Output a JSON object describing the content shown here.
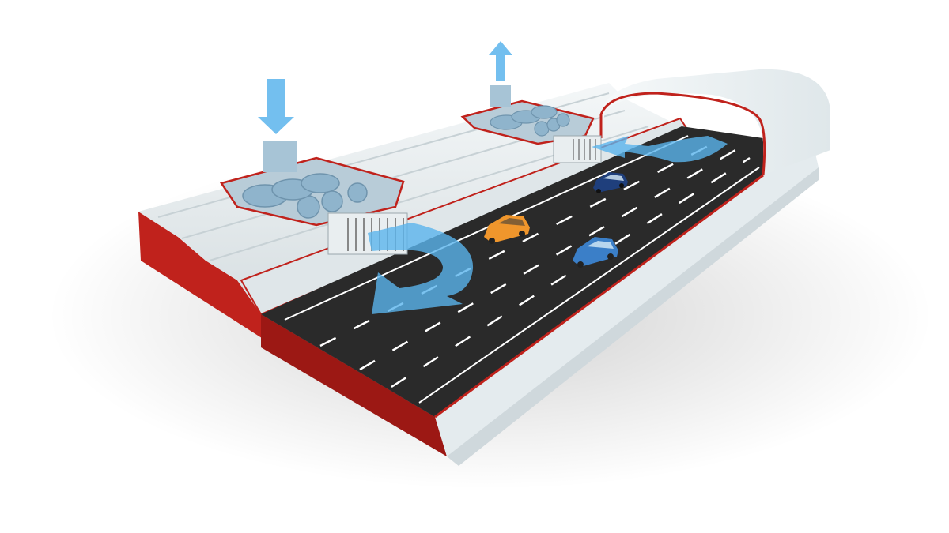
{
  "colors": {
    "background": "#ffffff",
    "road": "#2a2a2a",
    "lane_marking": "#ffffff",
    "cut_section": "#c0221c",
    "structure": "#e8eef0",
    "structure_shadow": "#c9d3d7",
    "fan_housing": "#a9c3d3",
    "airflow_arrow": "#5ab4ec",
    "car_orange": "#f0962c",
    "car_blue": "#3b7fc8",
    "car_navy": "#1f3f7c"
  },
  "illustration": {
    "subject": "tunnel-ventilation-cutaway",
    "airflow": {
      "intake_arrow": "down",
      "exhaust_arrow": "up"
    },
    "fans": {
      "intake_station_count": 3,
      "exhaust_station_count": 3
    },
    "cars": [
      "orange",
      "blue",
      "navy"
    ]
  }
}
